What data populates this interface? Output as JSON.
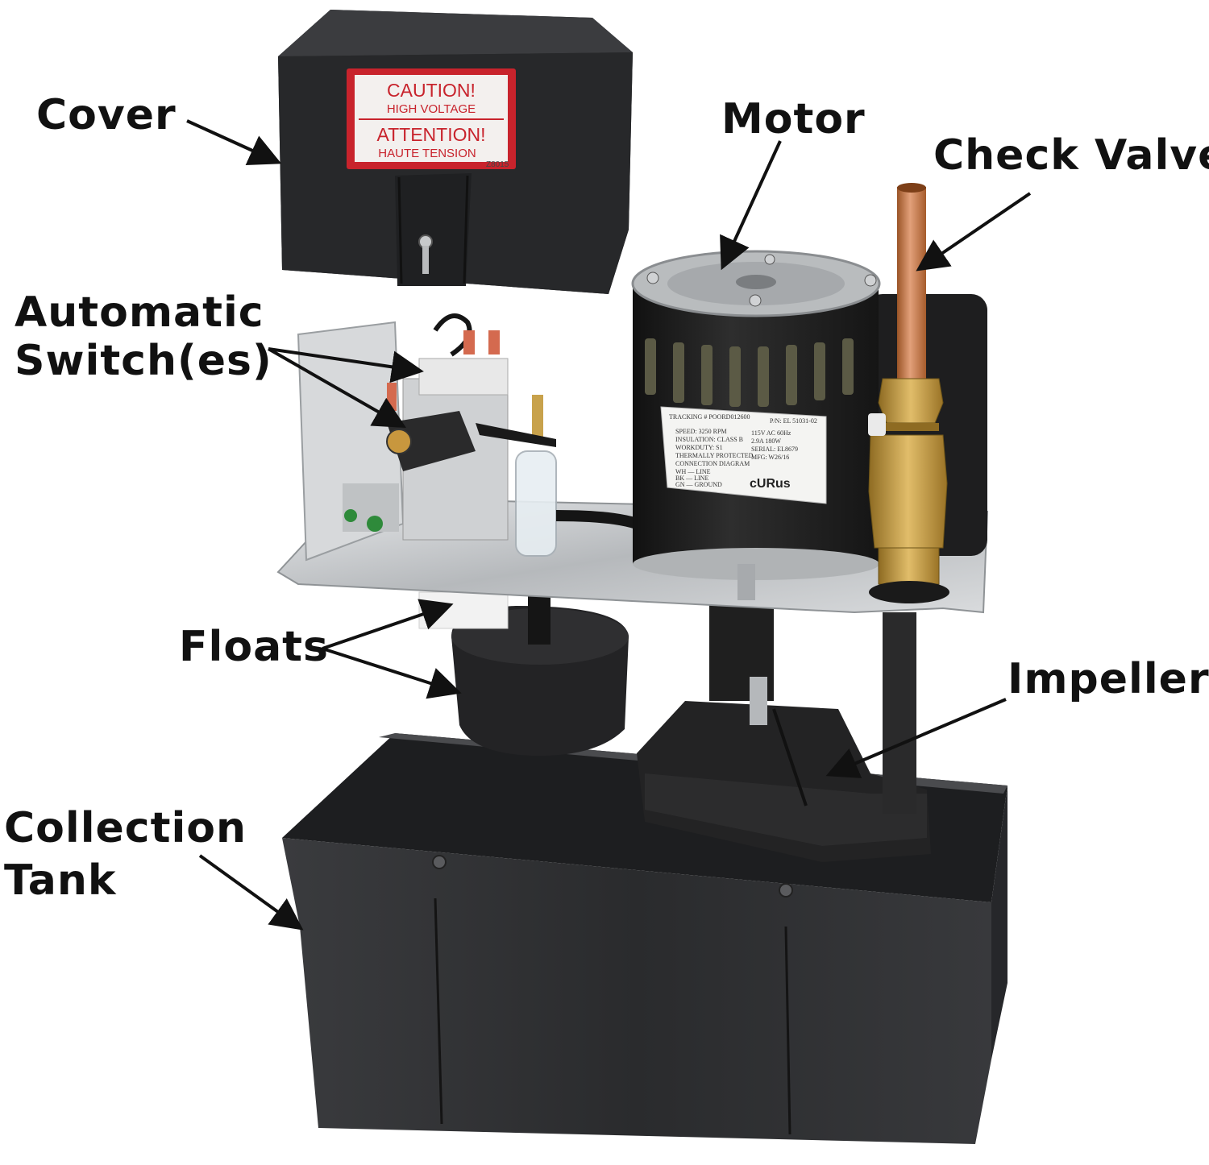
{
  "callouts": {
    "cover": "Cover",
    "motor": "Motor",
    "check_valve": "Check Valve",
    "automatic_line1": "Automatic",
    "automatic_line2": "Switch(es)",
    "floats": "Floats",
    "impeller": "Impeller",
    "collection_line1": "Collection",
    "collection_line2": "Tank"
  },
  "cover_label": {
    "line1": "CAUTION!",
    "line2": "HIGH VOLTAGE",
    "line3": "ATTENTION!",
    "line4": "HAUTE TENSION",
    "code": "Z8015"
  },
  "motor_label": {
    "tracking": "TRACKING # POORD012600",
    "pn": "P/N: EL 51031-02",
    "spec_left": [
      "SPEED: 3250 RPM",
      "INSULATION: CLASS B",
      "WORKDUTY: S1",
      "THERMALLY PROTECTED",
      "CONNECTION DIAGRAM",
      "WH — LINE",
      "BK — LINE",
      "GN — GROUND"
    ],
    "spec_right": [
      "115V AC 60Hz",
      "2.9A 180W",
      "SERIAL: EL8679",
      "MFG: W26/16"
    ],
    "mark": "cURus"
  },
  "colors": {
    "tank": "#2e2f31",
    "cover": "#2b2c2e",
    "motor": "#1c1c1c",
    "plate": "#c9cbcd",
    "copper": "#c0713f",
    "brass": "#c59a3c",
    "label_red": "#c8232c"
  }
}
